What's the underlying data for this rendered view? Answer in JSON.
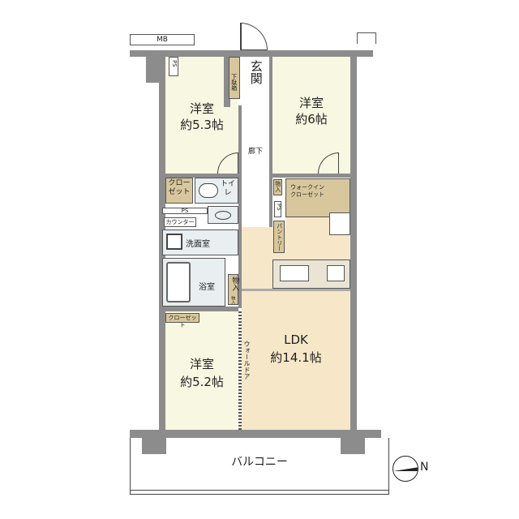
{
  "labels": {
    "mb": "MB",
    "ps_top": "PS",
    "genkan": "玄関",
    "shoe_box": "下駄箱",
    "room1_name": "洋室",
    "room1_size": "約5.3帖",
    "room2_name": "洋室",
    "room2_size": "約6帖",
    "hallway": "廊下",
    "closet1": "クローゼット",
    "toilet": "トイレ",
    "storage_small": "物入",
    "ps_mid": "PS",
    "walkin": "ウォークインクローゼット",
    "ps_left": "PS",
    "pantry": "パントリー",
    "counter": "カウンター",
    "washroom": "洗面室",
    "bath": "浴室",
    "storage": "物入",
    "storage_sub": "物入",
    "closet2": "クローゼット",
    "room3_name": "洋室",
    "room3_size": "約5.2帖",
    "wall_door": "ウォールドア",
    "ldk_name": "LDK",
    "ldk_size": "約14.1帖",
    "balcony": "バルコニー",
    "compass": "N"
  },
  "colors": {
    "wall": "#8c8c8c",
    "room": "#f8f7e2",
    "ldk": "#f6e7c9",
    "closet": "#d8c79c",
    "wet": "#e9eef0"
  }
}
